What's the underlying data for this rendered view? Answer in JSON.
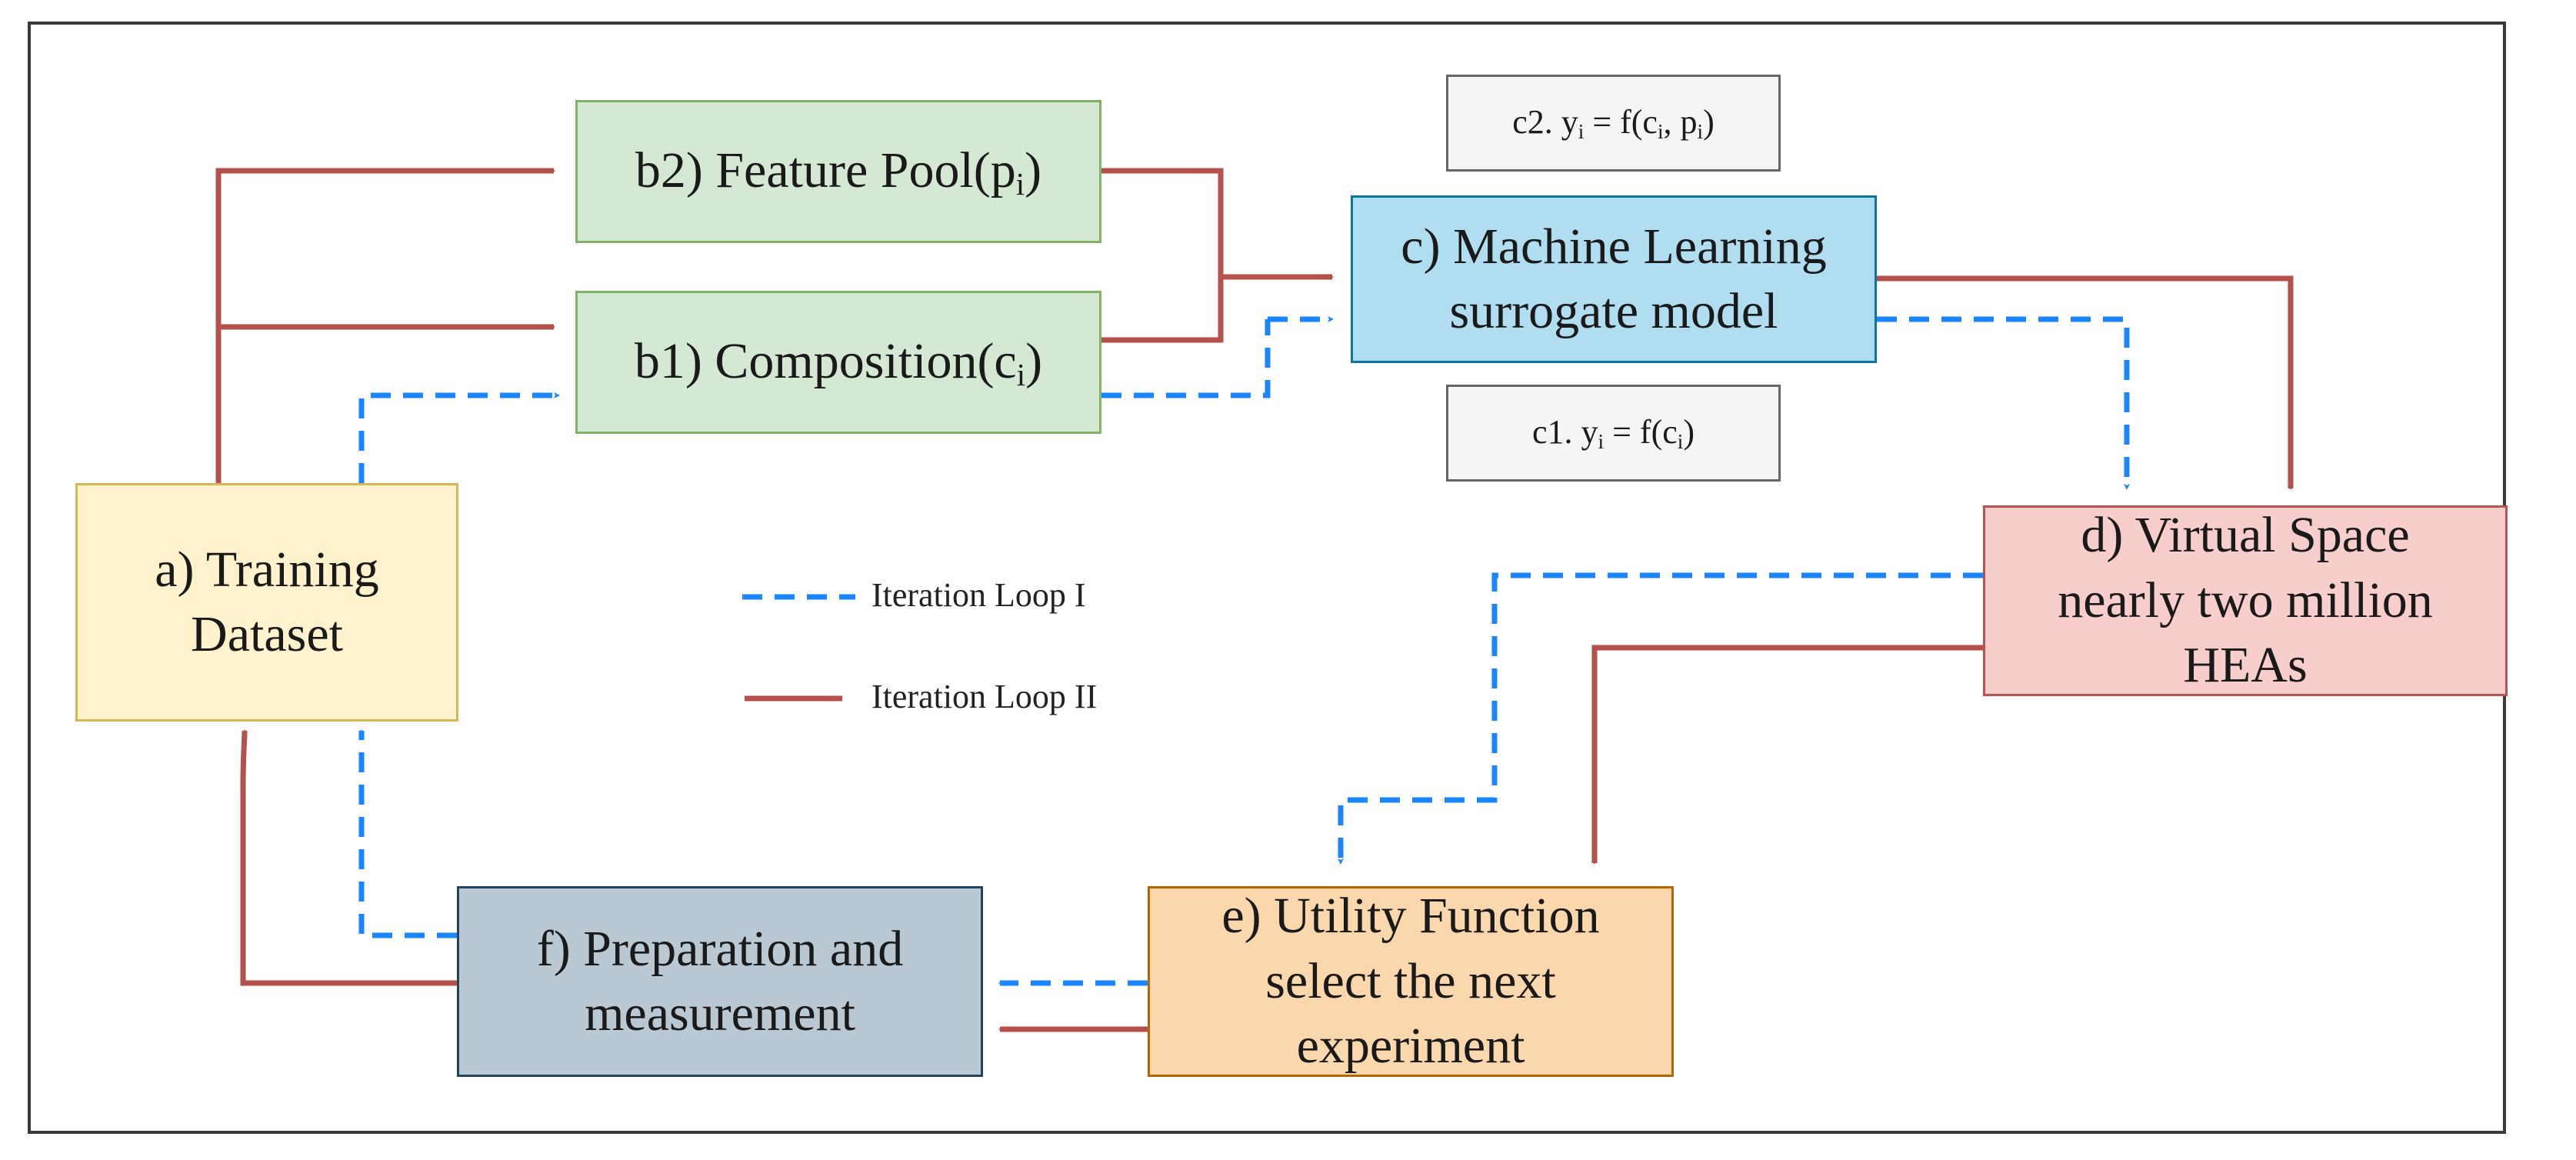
{
  "nodes": {
    "training": {
      "line1": "a) Training",
      "line2": "Dataset"
    },
    "feature_pool": {
      "text": "b2) Feature Pool(p",
      "sub": "i",
      "close": ")"
    },
    "composition": {
      "text": "b1) Composition(c",
      "sub": "i",
      "close": ")"
    },
    "ml_model": {
      "line1": "c) Machine Learning",
      "line2": "surrogate model"
    },
    "virtual_space": {
      "line1": "d) Virtual Space",
      "line2": "nearly two million",
      "line3": "HEAs"
    },
    "utility": {
      "line1": "e) Utility Function",
      "line2": "select the next",
      "line3": "experiment"
    },
    "preparation": {
      "line1": "f) Preparation and",
      "line2": "measurement"
    }
  },
  "formulas": {
    "c2": {
      "p1": "c2. y",
      "s1": "i",
      "p2": " = f(c",
      "s2": "i",
      "p3": ", p",
      "s3": "i",
      "p4": ")"
    },
    "c1": {
      "p1": "c1. y",
      "s1": "i",
      "p2": " = f(c",
      "s2": "i",
      "p3": ")"
    }
  },
  "legend": {
    "loop1": "Iteration Loop I",
    "loop2": "Iteration Loop II"
  },
  "colors": {
    "loop1_line": "#1a85ff",
    "loop2_line": "#b5504a"
  }
}
